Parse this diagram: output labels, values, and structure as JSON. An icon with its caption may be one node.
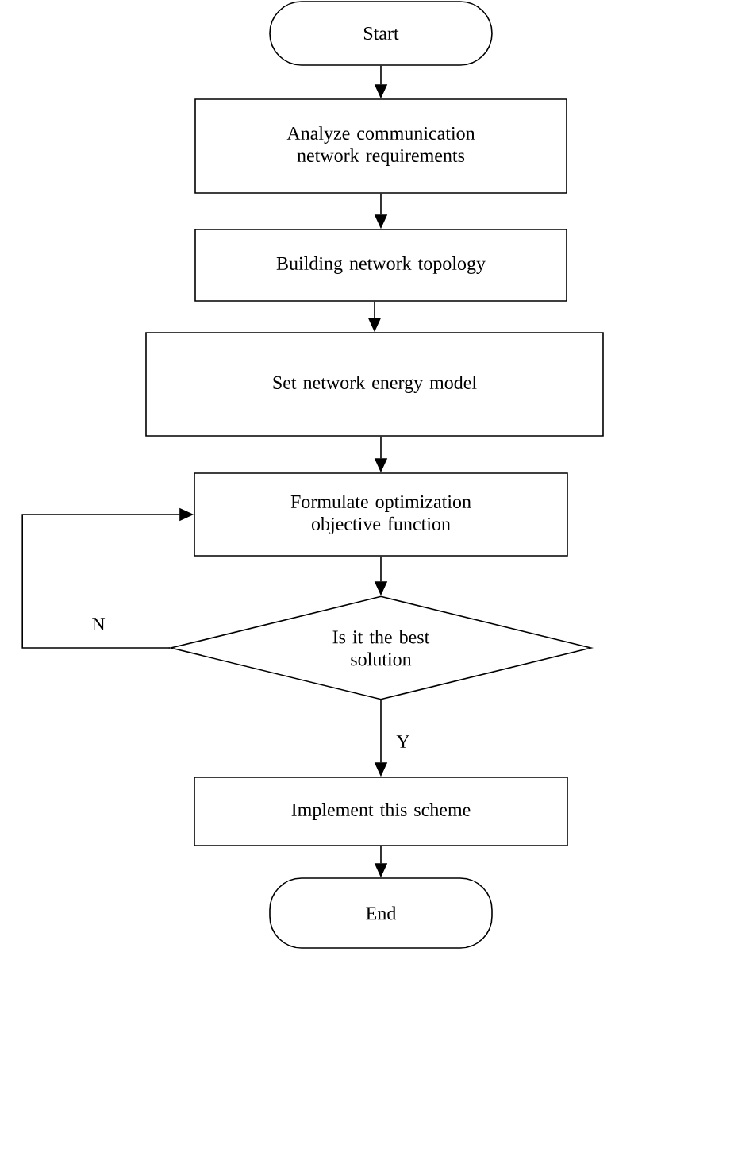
{
  "diagram": {
    "nodes": [
      {
        "text": [
          "Start"
        ]
      },
      {
        "text": [
          "Analyze communication network requirements"
        ]
      },
      {
        "text": [
          "Building network topology"
        ]
      },
      {
        "text": [
          "Set network energy model"
        ]
      },
      {
        "text": [
          "Formulate optimization objective function"
        ]
      },
      {
        "text": [
          "Is it the best solution"
        ]
      },
      {
        "text": [
          "Implement this scheme"
        ]
      },
      {
        "text": [
          "End"
        ]
      }
    ],
    "edges": [
      {
        "from": 0,
        "to": 1,
        "arrow": "to"
      },
      {
        "from": 1,
        "to": 2,
        "arrow": "to"
      },
      {
        "from": 2,
        "to": 3,
        "arrow": "to"
      },
      {
        "from": 3,
        "to": 4,
        "arrow": "to"
      },
      {
        "from": 4,
        "to": 5,
        "arrow": "to"
      },
      {
        "from": 5,
        "to": 4,
        "arrow": "to",
        "label": "N"
      },
      {
        "from": 5,
        "to": 6,
        "arrow": "to",
        "label": "Y"
      },
      {
        "from": 6,
        "to": 7,
        "arrow": "to"
      }
    ]
  }
}
